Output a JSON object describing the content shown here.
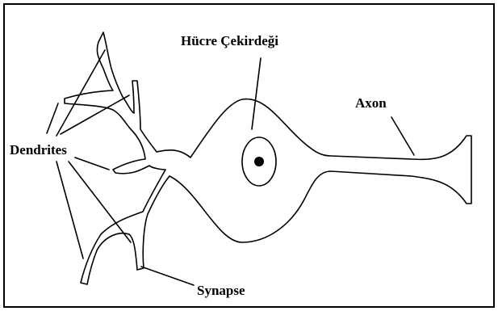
{
  "diagram": {
    "labels": {
      "nucleus": "Hücre Çekirdeği",
      "axon": "Axon",
      "dendrites": "Dendrites",
      "synapse": "Synapse"
    },
    "colors": {
      "stroke": "#000000",
      "background": "#ffffff"
    }
  }
}
